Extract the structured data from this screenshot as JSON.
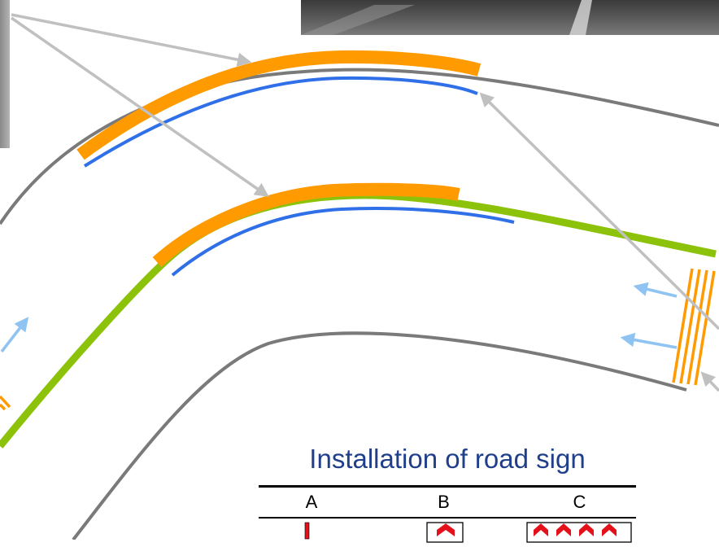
{
  "legend": {
    "title": "Installation of road sign",
    "columns": [
      "A",
      "B",
      "C"
    ]
  },
  "colors": {
    "road_edge": "#7a7a7a",
    "guardrail_orange": "#ff9a00",
    "lane_blue": "#2f6fe8",
    "centerline_green": "#8cc20a",
    "pointer_gray": "#c0c0c0",
    "arrow_light_blue": "#8fc3f2",
    "sign_red": "#e5101a",
    "title_navy": "#1f3f8a"
  }
}
